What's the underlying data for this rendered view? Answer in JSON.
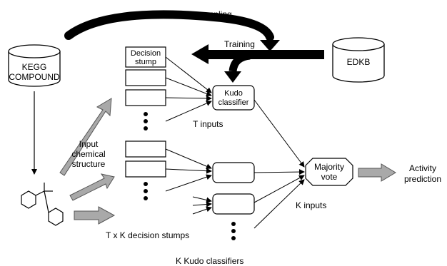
{
  "labels": {
    "random_sampling": "Random sampling",
    "training": "Training",
    "kegg_line1": "KEGG",
    "kegg_line2": "COMPOUND",
    "edkb": "EDKB",
    "decision_line1": "Decision",
    "decision_line2": "stump",
    "kudo_line1": "Kudo",
    "kudo_line2": "classifier",
    "t_inputs": "T inputs",
    "input_line1": "Input",
    "input_line2": "chemical",
    "input_line3": "structure",
    "majority_line1": "Majority",
    "majority_line2": "vote",
    "activity_line1": "Activity",
    "activity_line2": "prediction",
    "k_inputs": "K inputs",
    "txk": "T x K decision stumps",
    "k_kudo": "K Kudo classifiers"
  }
}
